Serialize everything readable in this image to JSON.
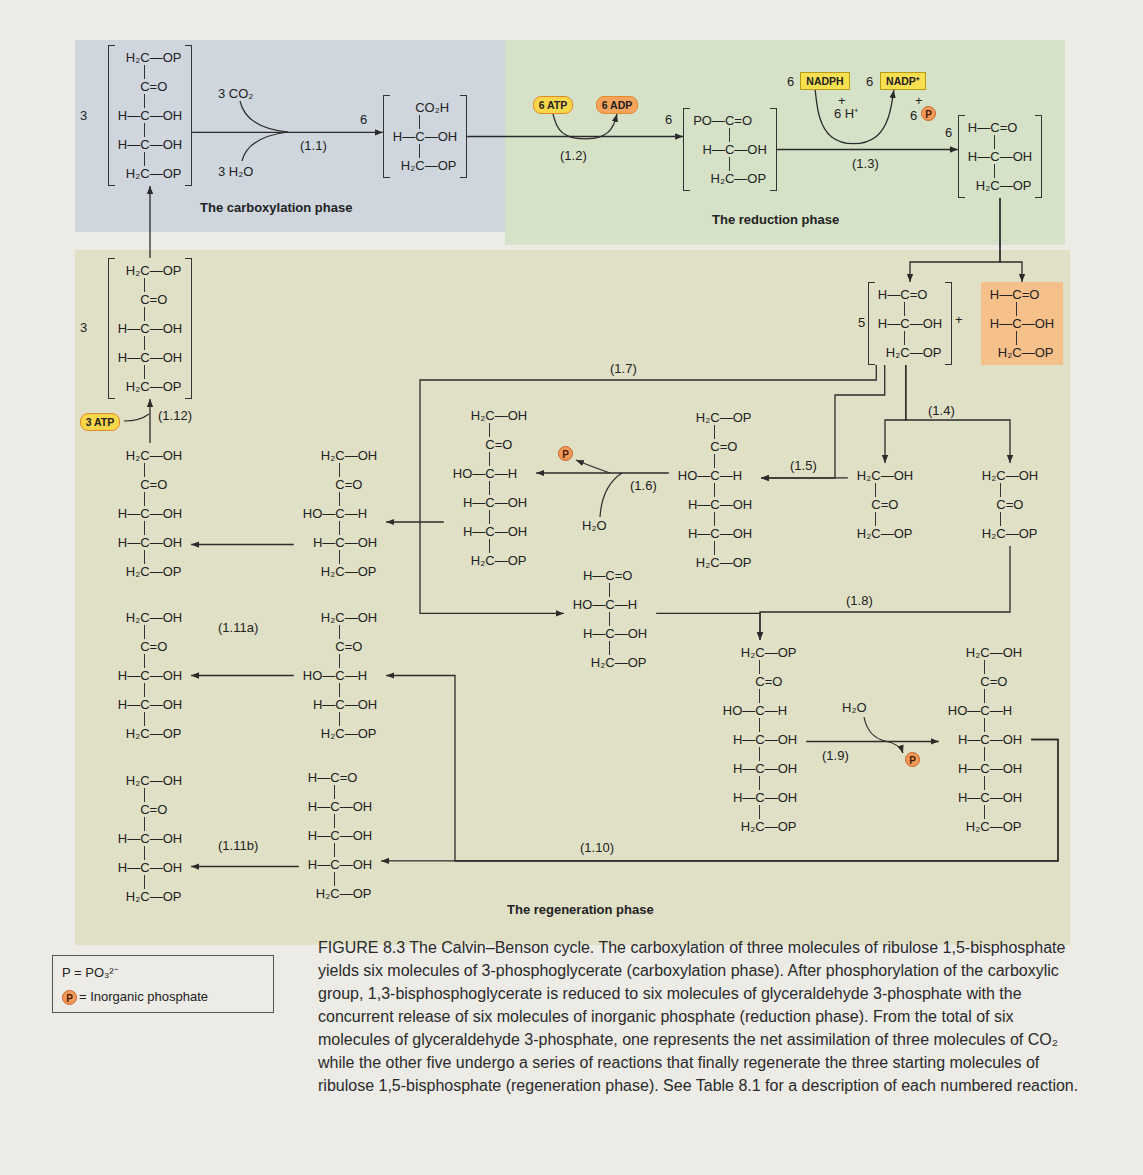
{
  "diagram": {
    "caption": "FIGURE 8.3 The Calvin–Benson cycle. The carboxylation of three molecules of ribulose 1,5-bisphosphate yields six molecules of 3-phosphoglycerate (carboxylation phase). After phosphorylation of the carboxylic group, 1,3-bisphosphoglycerate is reduced to six molecules of glyceraldehyde 3-phosphate with the concurrent release of six molecules of inorganic phosphate (reduction phase). From the total of six molecules of glyceraldehyde 3-phosphate, one represents the net assimilation of three molecules of CO₂ while the other five undergo a series of reactions that finally regenerate the three starting molecules of ribulose 1,5-bisphosphate (regeneration phase). See Table 8.1 for a description of each numbered reaction.",
    "nodes": [
      {
        "text": [
          "The carboxylation phase"
        ]
      },
      {
        "text": [
          "H₂C—OP",
          "C=O",
          "H—C—OH",
          "H—C—OH",
          "H₂C—OP"
        ],
        "in": 0
      },
      {
        "text": [
          "CO₂H",
          "H—C—OH",
          "H₂C—OP"
        ],
        "in": 0
      },
      {
        "text": [
          "The reduction phase"
        ]
      },
      {
        "text": [
          "6 ATP"
        ],
        "in": 3
      },
      {
        "text": [
          "6 ADP"
        ],
        "in": 3
      },
      {
        "text": [
          "PO—C=O",
          "H—C—OH",
          "H₂C—OP"
        ],
        "in": 3
      },
      {
        "text": [
          "NADPH"
        ],
        "in": 3
      },
      {
        "text": [
          "NADP⁺"
        ],
        "in": 3
      },
      {
        "text": [
          "H—C=O",
          "H—C—OH",
          "H₂C—OP"
        ],
        "in": 3
      },
      {
        "text": [
          "The regeneration phase"
        ]
      },
      {
        "text": [
          "H₂C—OP",
          "C=O",
          "H—C—OH",
          "H—C—OH",
          "H₂C—OP"
        ],
        "in": 10
      },
      {
        "text": [
          "3 ATP"
        ],
        "in": 10
      },
      {
        "text": [
          "H—C=O",
          "H—C—OH",
          "H₂C—OP"
        ],
        "in": 10
      },
      {
        "text": [
          "H—C=O",
          "H—C—OH",
          "H₂C—OP"
        ],
        "in": 10
      },
      {
        "text": [
          "H₂C—OH",
          "C=O",
          "HO—C—H",
          "H—C—OH",
          "H—C—OH",
          "H₂C—OP"
        ],
        "in": 10
      },
      {
        "text": [
          "H₂C—OP",
          "C=O",
          "HO—C—H",
          "H—C—OH",
          "H—C—OH",
          "H₂C—OP"
        ],
        "in": 10
      },
      {
        "text": [
          "H₂C—OH",
          "C=O",
          "H₂C—OP"
        ],
        "in": 10
      },
      {
        "text": [
          "H₂C—OH",
          "C=O",
          "H₂C—OP"
        ],
        "in": 10
      },
      {
        "text": [
          "H₂C—OH",
          "C=O",
          "H—C—OH",
          "H—C—OH",
          "H₂C—OP"
        ],
        "in": 10
      },
      {
        "text": [
          "H₂C—OH",
          "C=O",
          "HO—C—H",
          "H—C—OH",
          "H₂C—OP"
        ],
        "in": 10
      },
      {
        "text": [
          "H—C=O",
          "HO—C—H",
          "H—C—OH",
          "H₂C—OP"
        ],
        "in": 10
      },
      {
        "text": [
          "H₂C—OP",
          "C=O",
          "HO—C—H",
          "H—C—OH",
          "H—C—OH",
          "H—C—OH",
          "H₂C—OP"
        ],
        "in": 10
      },
      {
        "text": [
          "H₂C—OH",
          "C=O",
          "HO—C—H",
          "H—C—OH",
          "H—C—OH",
          "H—C—OH",
          "H₂C—OP"
        ],
        "in": 10
      },
      {
        "text": [
          "H₂C—OH",
          "C=O",
          "H—C—OH",
          "H—C—OH",
          "H₂C—OP"
        ],
        "in": 10
      },
      {
        "text": [
          "H₂C—OH",
          "C=O",
          "HO—C—H",
          "H—C—OH",
          "H₂C—OP"
        ],
        "in": 10
      },
      {
        "text": [
          "H₂C—OH",
          "C=O",
          "H—C—OH",
          "H—C—OH",
          "H₂C—OP"
        ],
        "in": 10
      },
      {
        "text": [
          "H—C=O",
          "H—C—OH",
          "H—C—OH",
          "H—C—OH",
          "H₂C—OP"
        ],
        "in": 10
      },
      {
        "text": [
          "P = PO₃²⁻",
          "P",
          "= Inorganic phosphate"
        ]
      }
    ],
    "edges": [
      {
        "from": 1,
        "to": 2,
        "arrow": "to",
        "label": "(1.1)"
      },
      {
        "from": 2,
        "to": 6,
        "arrow": "to",
        "label": "(1.2)"
      },
      {
        "from": 4,
        "to": 5,
        "arrow": "to"
      },
      {
        "from": 6,
        "to": 9,
        "arrow": "to",
        "label": "(1.3)"
      },
      {
        "from": 7,
        "to": 8,
        "arrow": "to"
      },
      {
        "from": 9,
        "to": 13,
        "arrow": "to"
      },
      {
        "from": 9,
        "to": 14,
        "arrow": "to"
      },
      {
        "from": 11,
        "to": 1,
        "arrow": "to"
      },
      {
        "from": 13,
        "to": 17,
        "arrow": "to",
        "label": "(1.4)"
      },
      {
        "from": 13,
        "to": 18,
        "arrow": "to"
      },
      {
        "from": 13,
        "to": 16,
        "arrow": "to",
        "label": "(1.5)"
      },
      {
        "from": 17,
        "to": 16,
        "arrow": "to"
      },
      {
        "from": 16,
        "to": 15,
        "arrow": "to",
        "label": "(1.6)"
      },
      {
        "from": 13,
        "to": 21,
        "arrow": "to",
        "label": "(1.7)"
      },
      {
        "from": 15,
        "to": 20,
        "arrow": "to"
      },
      {
        "from": 18,
        "to": 22,
        "arrow": "to",
        "label": "(1.8)"
      },
      {
        "from": 21,
        "to": 22,
        "arrow": "to"
      },
      {
        "from": 22,
        "to": 23,
        "arrow": "to",
        "label": "(1.9)"
      },
      {
        "from": 23,
        "to": 27,
        "arrow": "to",
        "label": "(1.10)"
      },
      {
        "from": 23,
        "to": 25,
        "arrow": "to"
      },
      {
        "from": 20,
        "to": 19,
        "arrow": "to"
      },
      {
        "from": 25,
        "to": 24,
        "arrow": "to",
        "label": "(1.11a)"
      },
      {
        "from": 27,
        "to": 26,
        "arrow": "to",
        "label": "(1.11b)"
      },
      {
        "from": 19,
        "to": 11,
        "arrow": "to",
        "label": "(1.12)"
      }
    ],
    "labels": [
      "3",
      "3 CO₂",
      "3 H₂O",
      "6",
      "6",
      "6",
      "6",
      "+",
      "6 H⁺",
      "+",
      "6",
      "P",
      "6",
      "3",
      "5",
      "+",
      "P",
      "H₂O",
      "H₂O",
      "P"
    ]
  }
}
